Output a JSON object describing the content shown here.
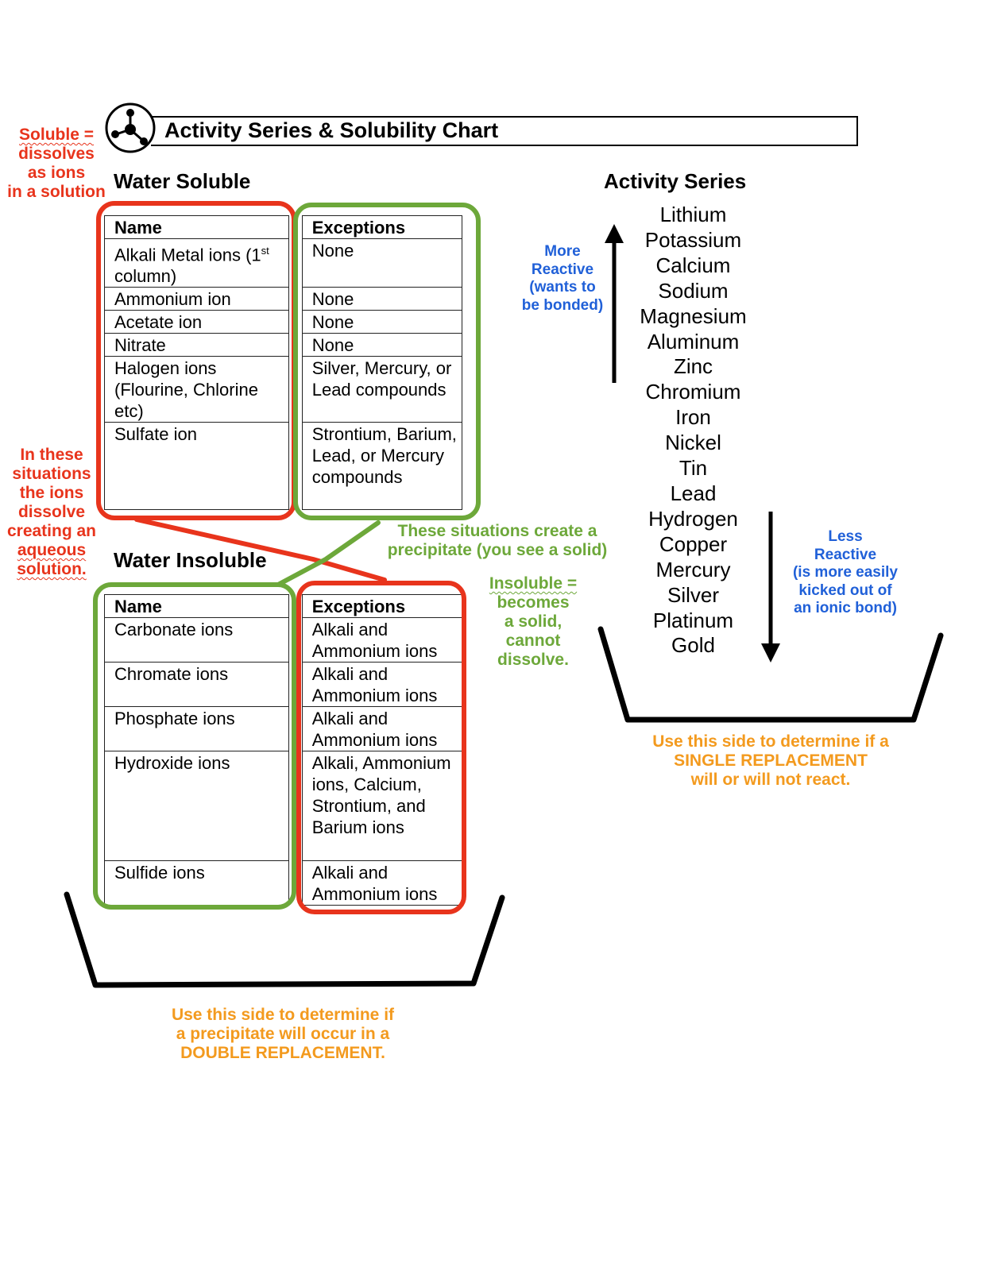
{
  "header": {
    "title": "Activity Series & Solubility Chart",
    "logo_icon": "molecule-icon"
  },
  "soluble": {
    "title": "Water Soluble",
    "columns": [
      "Name",
      "Exceptions"
    ],
    "rows": [
      {
        "name_html": "Alkali Metal ions (1<sup>st</sup> column)",
        "exceptions": "None"
      },
      {
        "name": "Ammonium ion",
        "exceptions": "None"
      },
      {
        "name": "Acetate ion",
        "exceptions": "None"
      },
      {
        "name": "Nitrate",
        "exceptions": "None"
      },
      {
        "name": "Halogen ions (Flourine, Chlorine etc)",
        "exceptions": "Silver, Mercury, or Lead compounds"
      },
      {
        "name": "Sulfate ion",
        "exceptions": "Strontium, Barium, Lead, or Mercury compounds"
      }
    ]
  },
  "insoluble": {
    "title": "Water Insoluble",
    "columns": [
      "Name",
      "Exceptions"
    ],
    "rows": [
      {
        "name": "Carbonate ions",
        "exceptions": "Alkali and Ammonium ions"
      },
      {
        "name": "Chromate ions",
        "exceptions": "Alkali and Ammonium ions"
      },
      {
        "name": "Phosphate ions",
        "exceptions": "Alkali and Ammonium ions"
      },
      {
        "name": "Hydroxide ions",
        "exceptions": "Alkali, Ammonium ions, Calcium, Strontium,  and Barium ions"
      },
      {
        "name": "Sulfide ions",
        "exceptions": "Alkali and Ammonium ions"
      }
    ]
  },
  "activity": {
    "title": "Activity Series",
    "metals": [
      "Lithium",
      "Potassium",
      "Calcium",
      "Sodium",
      "Magnesium",
      "Aluminum",
      "Zinc",
      "Chromium",
      "Iron",
      "Nickel",
      "Tin",
      "Lead",
      "Hydrogen",
      "Copper",
      "Mercury",
      "Silver",
      "Platinum",
      "Gold"
    ],
    "more_reactive": [
      "More",
      "Reactive",
      "(wants to",
      "be bonded)"
    ],
    "less_reactive": [
      "Less",
      "Reactive",
      "(is more easily",
      "kicked out of",
      "an ionic bond)"
    ]
  },
  "notes": {
    "soluble_def": [
      "Soluble =",
      "dissolves",
      "as ions",
      "in a solution"
    ],
    "ions_dissolve": [
      "In these",
      "situations",
      "the ions",
      "dissolve",
      "creating an",
      "aqueous",
      "solution."
    ],
    "precipitate": [
      "These situations create a",
      "precipitate (you see a solid)"
    ],
    "insoluble_def": [
      "Insoluble =",
      "becomes",
      "a solid,",
      "cannot",
      "dissolve."
    ],
    "single_replacement": [
      "Use this side to determine if a",
      "SINGLE REPLACEMENT",
      "will or will not react."
    ],
    "double_replacement": [
      "Use this side to determine if",
      "a precipitate will occur in a",
      "DOUBLE REPLACEMENT."
    ]
  },
  "colors": {
    "red": "#e8341c",
    "green": "#6da83a",
    "blue": "#2060d8",
    "orange": "#f39a1e",
    "black": "#000000"
  }
}
